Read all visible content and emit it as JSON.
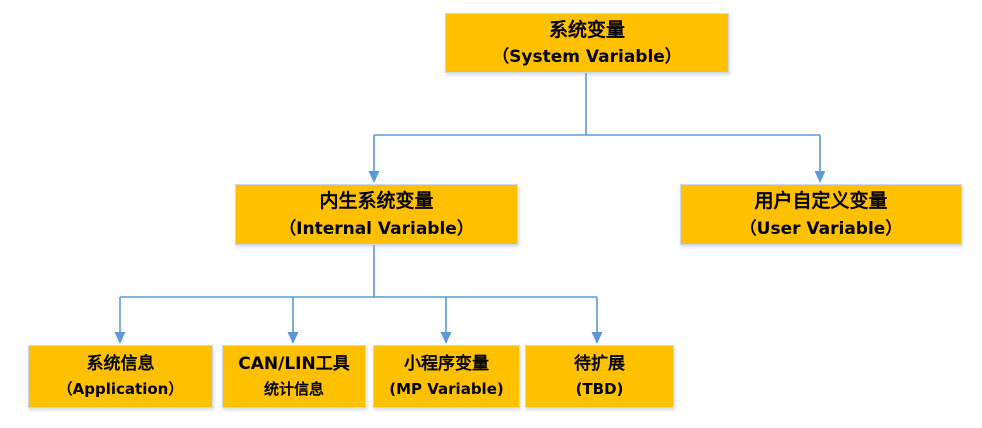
{
  "diagram": {
    "colors": {
      "node_fill": "#FFC000",
      "node_border": "#CDD8E6",
      "connector": "#5B9BD5",
      "text": "#000000",
      "background": "#FFFFFF"
    },
    "nodes": {
      "system_variable": {
        "title": "系统变量",
        "subtitle": "（System Variable）"
      },
      "internal_variable": {
        "title": "内生系统变量",
        "subtitle": "（Internal Variable）"
      },
      "user_variable": {
        "title": "用户自定义变量",
        "subtitle": "（User Variable）"
      },
      "system_info": {
        "title": "系统信息",
        "subtitle": "（Application）"
      },
      "can_lin_stats": {
        "title": "CAN/LIN工具",
        "subtitle": "统计信息"
      },
      "mp_variable": {
        "title": "小程序变量",
        "subtitle": "(MP Variable)"
      },
      "tbd": {
        "title": "待扩展",
        "subtitle": "(TBD)"
      }
    },
    "edges": [
      {
        "from": "system_variable",
        "to": "internal_variable"
      },
      {
        "from": "system_variable",
        "to": "user_variable"
      },
      {
        "from": "internal_variable",
        "to": "system_info"
      },
      {
        "from": "internal_variable",
        "to": "can_lin_stats"
      },
      {
        "from": "internal_variable",
        "to": "mp_variable"
      },
      {
        "from": "internal_variable",
        "to": "tbd"
      }
    ]
  }
}
